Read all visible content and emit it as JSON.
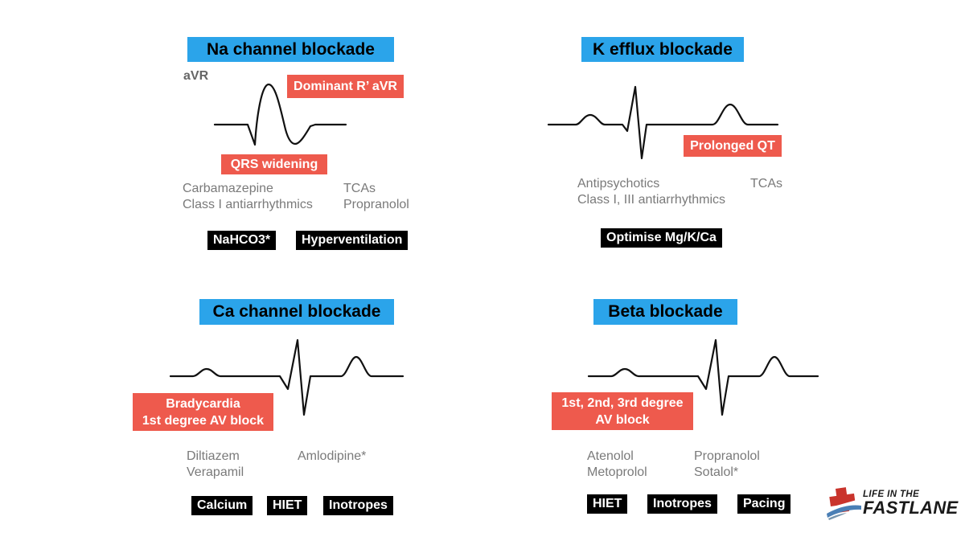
{
  "colors": {
    "header-bg": "#2BA4EA",
    "badge-bg": "#EE5A4D",
    "treatment-bg": "#000000",
    "drug-text": "#7A7A7A",
    "lead-text": "#666666",
    "ecg-stroke": "#111111",
    "logo-red": "#C9342C",
    "logo-blue": "#4A7FB5"
  },
  "panels": [
    {
      "title": "Na channel blockade",
      "lead_label": "aVR",
      "badges": [
        [
          "Dominant R’ aVR"
        ],
        [
          "QRS widening"
        ]
      ],
      "drugs": [
        [
          "Carbamazepine",
          "Class I antiarrhythmics"
        ],
        [
          "TCAs",
          "Propranolol"
        ]
      ],
      "treatments": [
        "NaHCO3*",
        "Hyperventilation"
      ]
    },
    {
      "title": "K efflux blockade",
      "badges": [
        [
          "Prolonged QT"
        ]
      ],
      "drugs": [
        [
          "Antipsychotics",
          "Class I, III antiarrhythmics"
        ],
        [
          "TCAs"
        ]
      ],
      "treatments": [
        "Optimise Mg/K/Ca"
      ]
    },
    {
      "title": "Ca channel blockade",
      "badges": [
        [
          "Bradycardia",
          "1st degree AV block"
        ]
      ],
      "drugs": [
        [
          "Diltiazem",
          "Verapamil"
        ],
        [
          "Amlodipine*"
        ]
      ],
      "treatments": [
        "Calcium",
        "HIET",
        "Inotropes"
      ]
    },
    {
      "title": "Beta blockade",
      "badges": [
        [
          "1st, 2nd, 3rd degree",
          "AV block"
        ]
      ],
      "drugs": [
        [
          "Atenolol",
          "Metoprolol"
        ],
        [
          "Propranolol",
          "Sotalol*"
        ]
      ],
      "treatments": [
        "HIET",
        "Inotropes",
        "Pacing"
      ]
    }
  ],
  "logo": {
    "line1": "LIFE IN THE",
    "line2": "FASTLANE"
  }
}
